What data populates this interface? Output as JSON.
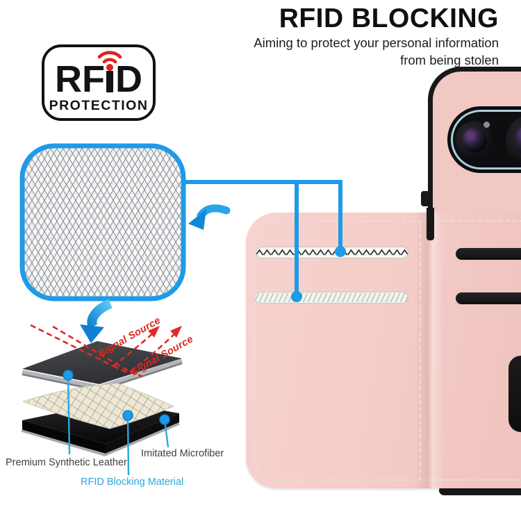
{
  "header": {
    "title": "RFID BLOCKING",
    "subtitle_line1": "Aiming to protect your personal information",
    "subtitle_line2": "from being stolen"
  },
  "badge": {
    "rf": "RF",
    "d": "D",
    "protection": "PROTECTION",
    "wifi_icon": "wifi-signal-icon"
  },
  "callouts": {
    "mesh_swatch_icon": "rfid-mesh-swatch",
    "left_arrow_icon": "curved-arrow-left-icon",
    "down_arrow_icon": "curved-arrow-down-icon"
  },
  "diagram": {
    "signal_labels": [
      "Signal Source",
      "Signal Source"
    ],
    "layers": [
      {
        "label": "Premium Synthetic Leather"
      },
      {
        "label": "RFID Blocking Material"
      },
      {
        "label": "Imitated Microfiber"
      }
    ]
  },
  "colors": {
    "accent_blue": "#1E9BE8",
    "label_blue": "#2BA7DE",
    "signal_red": "#DB2B24",
    "case_pink": "#F2C8C3",
    "wallet_pink": "#F4CDC9",
    "camera_ring_blue": "#A9CEDB",
    "black": "#17181a"
  }
}
